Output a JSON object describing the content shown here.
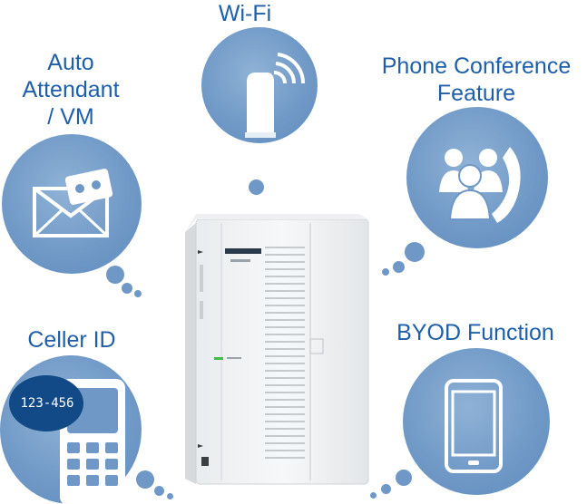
{
  "features": {
    "wifi": {
      "label": "Wi-Fi",
      "icon": "wifi-router-icon"
    },
    "auto_attendant": {
      "label_lines": [
        "Auto",
        "Attendant",
        "/ VM"
      ],
      "icon": "voicemail-envelope-icon"
    },
    "conference": {
      "label_lines": [
        "Phone Conference",
        "Feature"
      ],
      "icon": "conference-people-phone-icon"
    },
    "caller_id": {
      "label": "Celler ID",
      "icon": "phone-keypad-icon",
      "display_number": "123-456"
    },
    "byod": {
      "label": "BYOD Function",
      "icon": "smartphone-icon"
    }
  },
  "device": {
    "icon": "pbx-unit-icon"
  },
  "colors": {
    "label_text": "#1f5fa8",
    "bubble": "#6f98c6",
    "badge": "#124a87"
  }
}
